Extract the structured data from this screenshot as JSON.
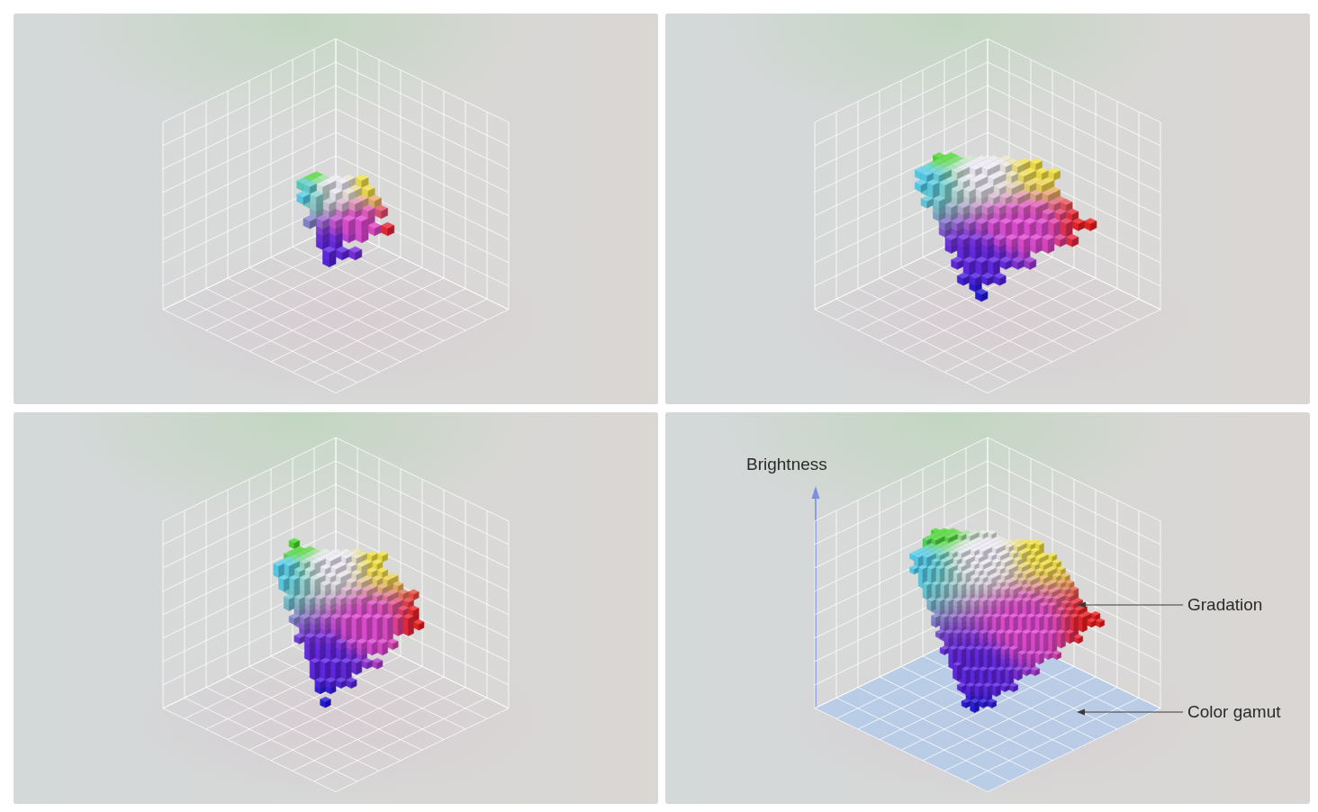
{
  "diagram": {
    "labels": [
      "Brightness",
      "Gradation",
      "Color gamut"
    ]
  }
}
